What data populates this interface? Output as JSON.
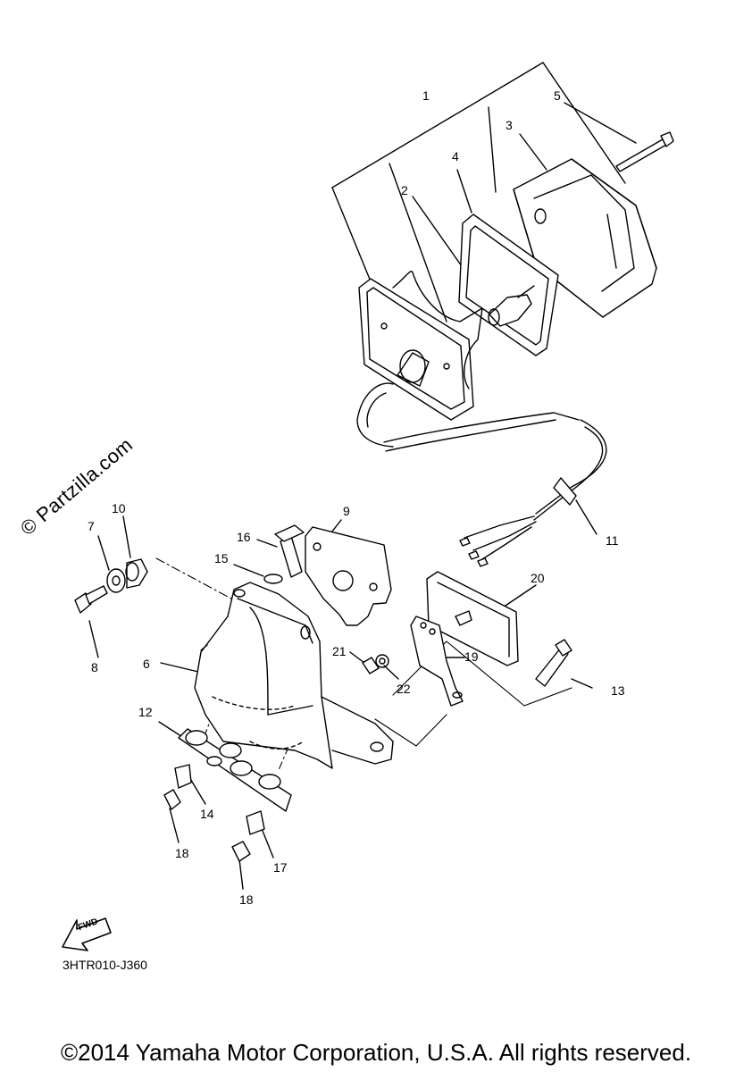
{
  "watermark": "© Partzilla.com",
  "diagram_code": "3HTR010-J360",
  "copyright": "©2014 Yamaha Motor Corporation, U.S.A. All rights reserved.",
  "fwd_label": "FWD",
  "callouts": {
    "c1": "1",
    "c2": "2",
    "c3": "3",
    "c4": "4",
    "c5": "5",
    "c6": "6",
    "c7": "7",
    "c8": "8",
    "c9": "9",
    "c10": "10",
    "c11": "11",
    "c12": "12",
    "c13": "13",
    "c14": "14",
    "c15": "15",
    "c16": "16",
    "c17": "17",
    "c18a": "18",
    "c18b": "18",
    "c19": "19",
    "c20": "20",
    "c21": "21",
    "c22": "22"
  }
}
